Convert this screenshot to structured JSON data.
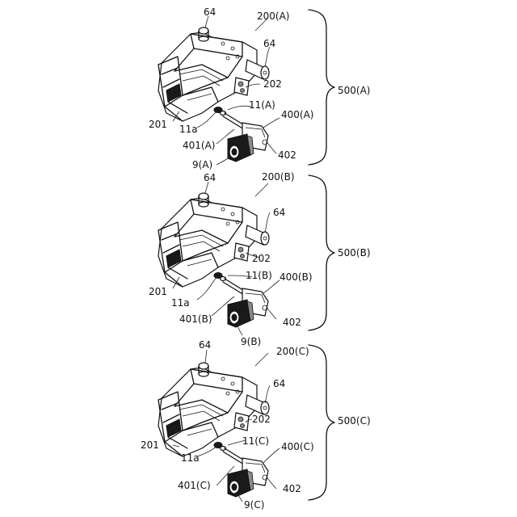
{
  "assemblies": [
    {
      "id": "A",
      "labels": {
        "frame": "200(A)",
        "pin_top": "64",
        "pin_right": "64",
        "plate": "202",
        "end_plate": "201",
        "shaft": "11(A)",
        "shaft_end": "11a",
        "motor_unit": "400(A)",
        "coupling": "401(A)",
        "bracket": "402",
        "motor": "9(A)",
        "group": "500(A)"
      }
    },
    {
      "id": "B",
      "labels": {
        "frame": "200(B)",
        "pin_top": "64",
        "pin_right": "64",
        "plate": "202",
        "end_plate": "201",
        "shaft": "11(B)",
        "shaft_end": "11a",
        "motor_unit": "400(B)",
        "coupling": "401(B)",
        "bracket": "402",
        "motor": "9(B)",
        "group": "500(B)"
      }
    },
    {
      "id": "C",
      "labels": {
        "frame": "200(C)",
        "pin_top": "64",
        "pin_right": "64",
        "plate": "202",
        "end_plate": "201",
        "shaft": "11(C)",
        "shaft_end": "11a",
        "motor_unit": "400(C)",
        "coupling": "401(C)",
        "bracket": "402",
        "motor": "9(C)",
        "group": "500(C)"
      }
    }
  ]
}
